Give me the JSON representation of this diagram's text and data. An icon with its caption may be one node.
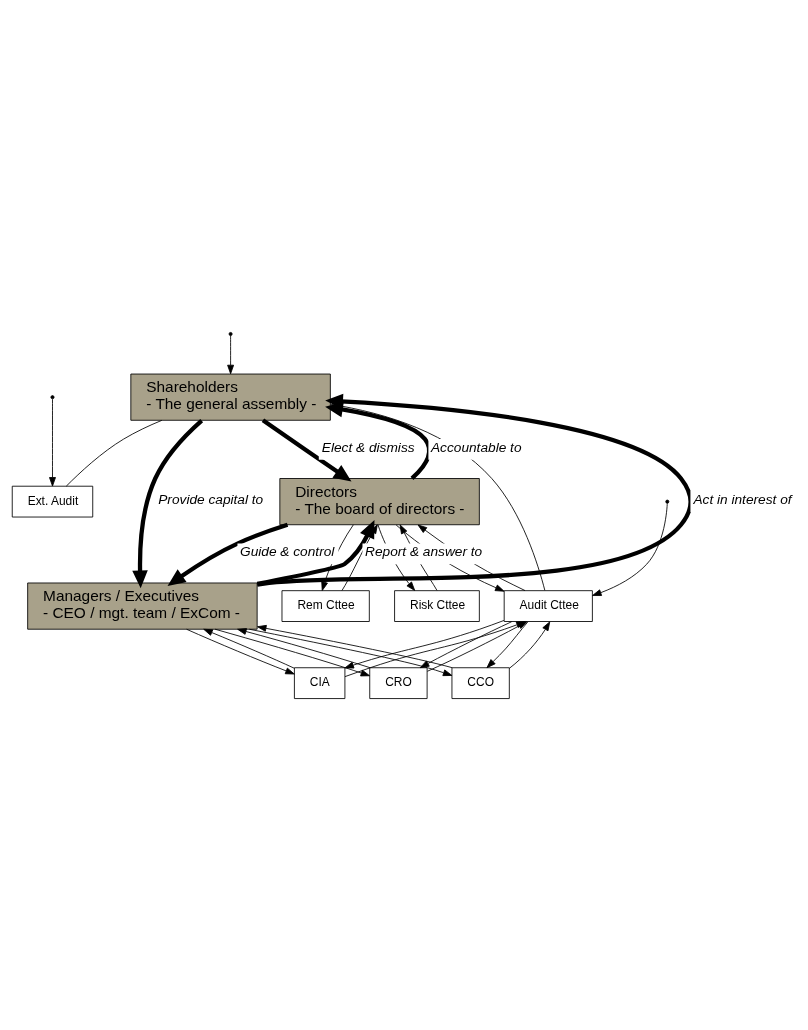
{
  "diagram": {
    "nodes": [
      {
        "text": [
          "Shareholders",
          "- The general assembly -"
        ]
      },
      {
        "text": [
          "Ext. Audit"
        ]
      },
      {
        "text": [
          "Directors",
          "- The board of directors -"
        ]
      },
      {
        "text": [
          "Audit Cttee"
        ]
      },
      {
        "text": [
          "Rem Cttee"
        ]
      },
      {
        "text": [
          "Risk Cttee"
        ]
      },
      {
        "text": [
          "Managers / Executives",
          "- CEO / mgt. team / ExCom -"
        ]
      },
      {
        "text": [
          "CIA"
        ]
      },
      {
        "text": [
          "CRO"
        ]
      },
      {
        "text": [
          "CCO"
        ]
      }
    ],
    "edges": [
      {
        "from": 0,
        "to": 2,
        "arrow": "to",
        "label": "Elect & dismiss",
        "style": "thick"
      },
      {
        "from": 2,
        "to": 0,
        "arrow": "to",
        "label": "Accountable to",
        "style": "thick"
      },
      {
        "from": 2,
        "to": 6,
        "arrow": "to",
        "label": "Guide & control",
        "style": "thick"
      },
      {
        "from": 6,
        "to": 2,
        "arrow": "to",
        "label": "Report & answer to",
        "style": "thick"
      },
      {
        "from": 0,
        "to": 6,
        "arrow": "to",
        "label": "Provide capital to",
        "style": "thick"
      },
      {
        "from": 6,
        "to": 0,
        "arrow": "to",
        "label": "Act in interest of",
        "style": "thick"
      },
      {
        "from": 0,
        "to": 1,
        "arrow": "none"
      },
      {
        "from": 0,
        "to": 3,
        "arrow": "none"
      },
      {
        "from": null,
        "to": 0,
        "arrow": "to"
      },
      {
        "from": null,
        "to": 1,
        "arrow": "to"
      },
      {
        "from": null,
        "to": 3,
        "arrow": "to"
      },
      {
        "from": 2,
        "to": 3,
        "arrow": "to"
      },
      {
        "from": 3,
        "to": 2,
        "arrow": "to"
      },
      {
        "from": 2,
        "to": 4,
        "arrow": "to"
      },
      {
        "from": 4,
        "to": 2,
        "arrow": "to"
      },
      {
        "from": 2,
        "to": 5,
        "arrow": "to"
      },
      {
        "from": 5,
        "to": 2,
        "arrow": "to"
      },
      {
        "from": 6,
        "to": 7,
        "arrow": "to"
      },
      {
        "from": 7,
        "to": 6,
        "arrow": "to"
      },
      {
        "from": 6,
        "to": 8,
        "arrow": "to"
      },
      {
        "from": 8,
        "to": 6,
        "arrow": "to"
      },
      {
        "from": 6,
        "to": 9,
        "arrow": "to"
      },
      {
        "from": 9,
        "to": 6,
        "arrow": "to"
      },
      {
        "from": 7,
        "to": 3,
        "arrow": "to"
      },
      {
        "from": 8,
        "to": 3,
        "arrow": "to"
      },
      {
        "from": 9,
        "to": 3,
        "arrow": "to"
      },
      {
        "from": 3,
        "to": 7,
        "arrow": "to"
      },
      {
        "from": 3,
        "to": 8,
        "arrow": "to"
      },
      {
        "from": 3,
        "to": 9,
        "arrow": "to"
      }
    ]
  }
}
